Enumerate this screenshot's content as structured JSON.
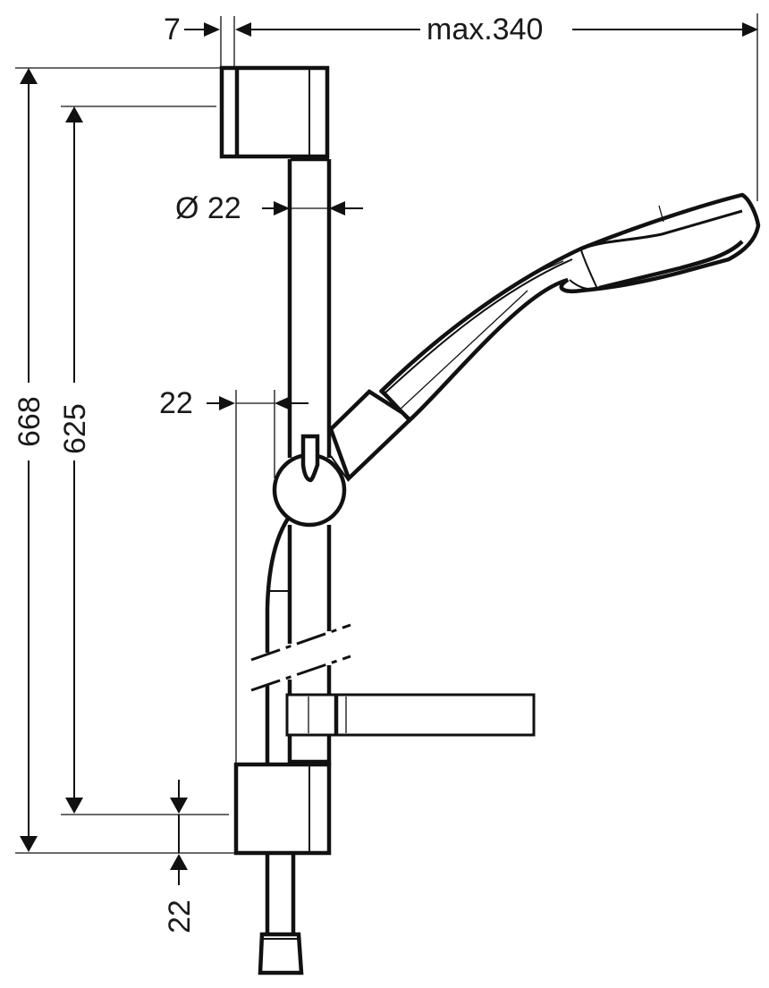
{
  "drawing": {
    "title": "Shower set technical dimension drawing",
    "units": "mm",
    "line_color": "#111111",
    "background": "#ffffff",
    "dimensions": {
      "wall_offset": "7",
      "max_reach": "max.340",
      "bar_diameter": "Ø 22",
      "total_height": "668",
      "mounting_distance": "625",
      "bar_to_hose_offset": "22",
      "bottom_offset": "22"
    },
    "components": [
      {
        "name": "top-wall-bracket"
      },
      {
        "name": "slide-bar"
      },
      {
        "name": "hand-shower-holder"
      },
      {
        "name": "hand-shower"
      },
      {
        "name": "shower-hose"
      },
      {
        "name": "soap-dish"
      },
      {
        "name": "bottom-wall-bracket"
      },
      {
        "name": "end-cap"
      }
    ]
  }
}
